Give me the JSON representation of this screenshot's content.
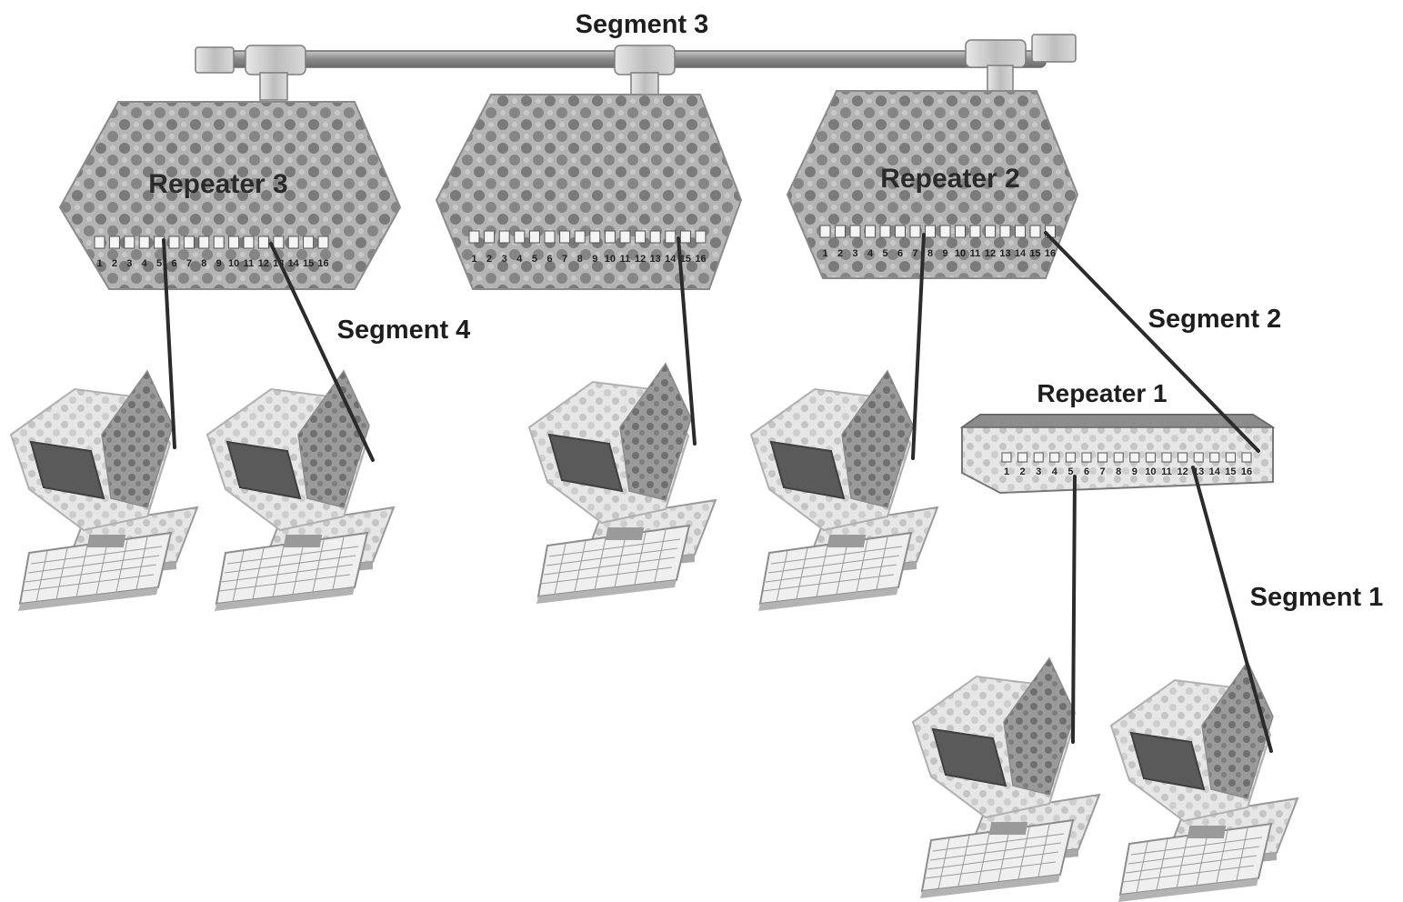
{
  "labels": {
    "segment_3": "Segment 3",
    "segment_4": "Segment 4",
    "segment_2": "Segment 2",
    "segment_1": "Segment 1",
    "repeater_3": "Repeater 3",
    "repeater_2": "Repeater 2",
    "repeater_1": "Repeater 1"
  },
  "ports": [
    "1",
    "2",
    "3",
    "4",
    "5",
    "6",
    "7",
    "8",
    "9",
    "10",
    "11",
    "12",
    "13",
    "14",
    "15",
    "16"
  ],
  "colors": {
    "cable": "#2b2b2b",
    "backbone": "#9a9a9a",
    "repeater_fill": "#9c9c9c",
    "repeater_dots": "#6e6e6e",
    "computer_body": "#dcdcdc",
    "monitor_screen": "#5a5a5a"
  }
}
